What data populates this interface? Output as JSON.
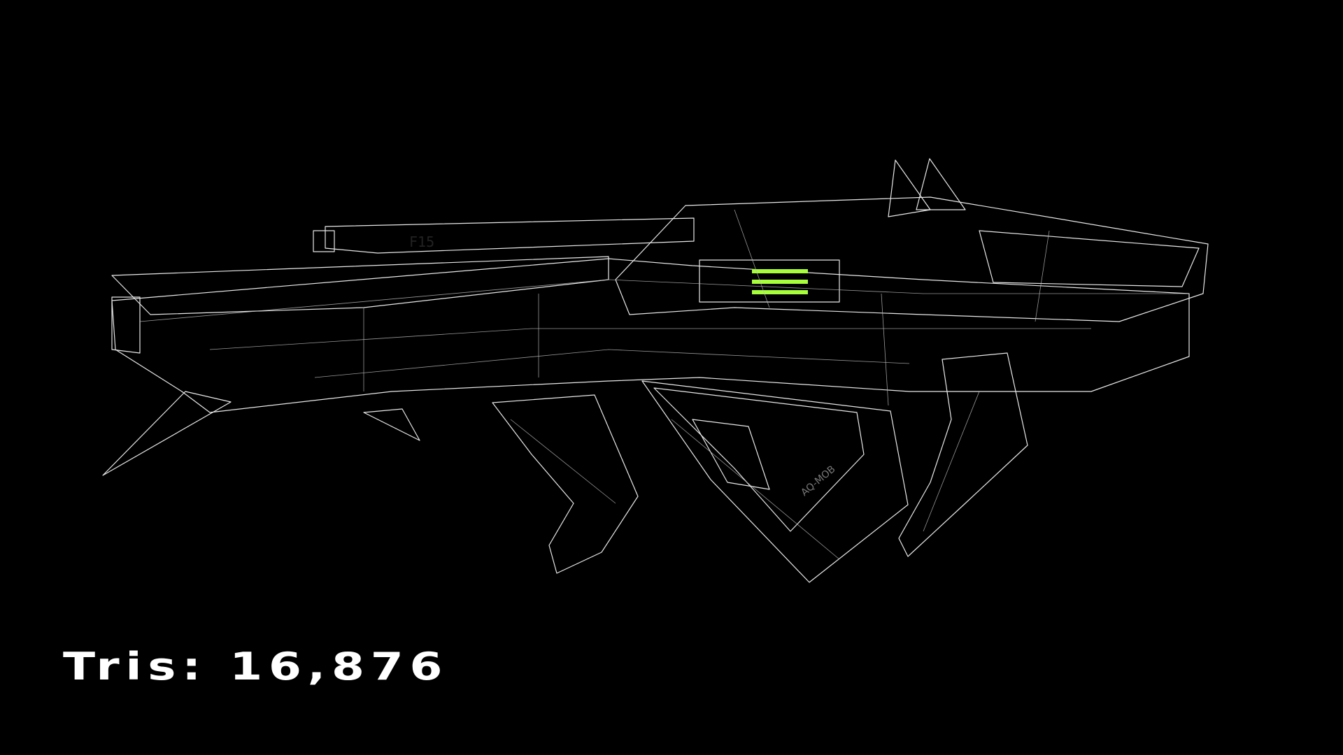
{
  "overlay": {
    "triangle_count_label": "Tris: 16,876"
  },
  "model_markings": [
    "F15",
    "AQ-MOB"
  ],
  "colors": {
    "background": "#000000",
    "wireframe": "#e8e8e8",
    "accent_green": "#4a7a1e",
    "glow_green": "#a6ff3a",
    "body_dark": "#1a1a1a",
    "body_grey": "#3a3a3a"
  }
}
